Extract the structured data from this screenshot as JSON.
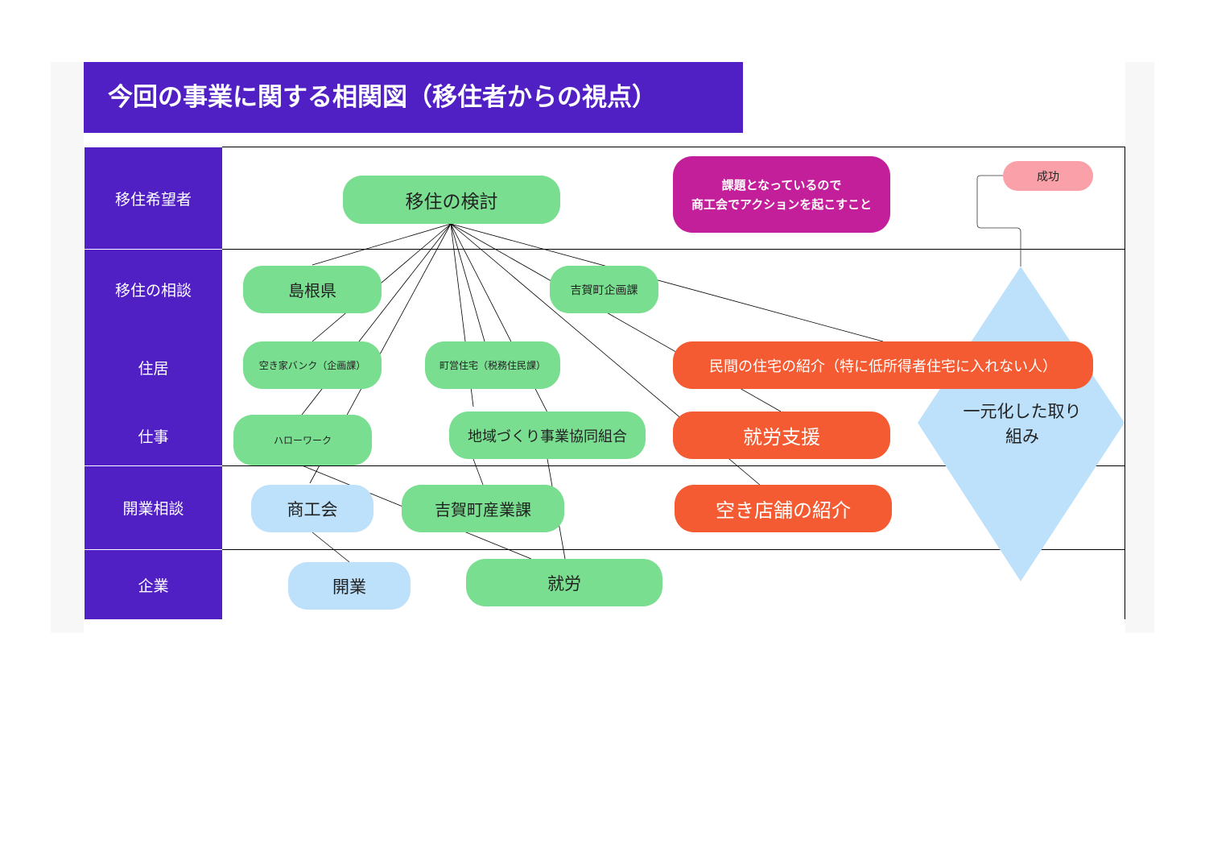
{
  "title": "今回の事業に関する相関図（移住者からの視点）",
  "lanes": [
    {
      "label": "移住希望者"
    },
    {
      "label": "移住の相談"
    },
    {
      "label": "住居"
    },
    {
      "label": "仕事"
    },
    {
      "label": "開業相談"
    },
    {
      "label": "企業"
    }
  ],
  "nodes": {
    "consideration": "移住の検討",
    "issue_note_line1": "課題となっているので",
    "issue_note_line2": "商工会でアクションを起こすこと",
    "success": "成功",
    "shimane": "島根県",
    "yoka_planning": "吉賀町企画課",
    "vacant_house_bank": "空き家バンク（企画課）",
    "municipal_housing": "町営住宅（税務住民課）",
    "private_housing": "民間の住宅の紹介（特に低所得者住宅に入れない人）",
    "hello_work": "ハローワーク",
    "regional_coop": "地域づくり事業協同組合",
    "employment_support": "就労支援",
    "chamber": "商工会",
    "yoka_industry": "吉賀町産業課",
    "vacant_store": "空き店舗の紹介",
    "startup": "開業",
    "employment": "就労",
    "unified_line1": "一元化した取り",
    "unified_line2": "組み"
  },
  "colors": {
    "lane_header": "#5020c4",
    "green_node": "#7ade90",
    "blue_node": "#bde0fb",
    "orange_node": "#f45b32",
    "magenta_node": "#c31f9a",
    "pink_node": "#f9a0a8"
  }
}
